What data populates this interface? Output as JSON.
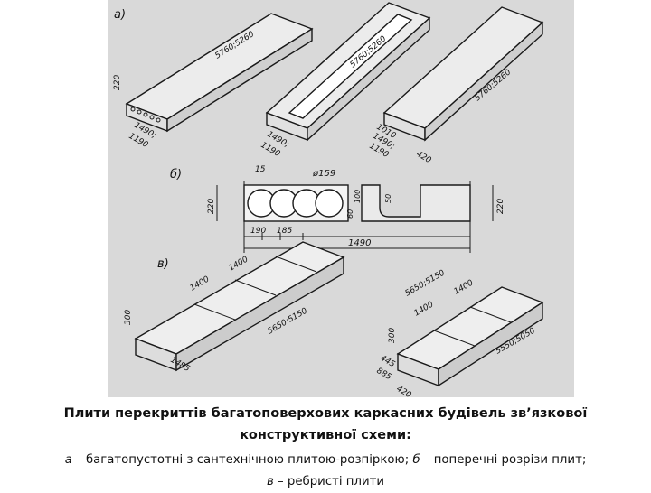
{
  "figure": {
    "part_labels": {
      "a": "а)",
      "b": "б)",
      "c": "в)"
    },
    "top": {
      "slab1": {
        "length": "5760;5260",
        "width": "1490;",
        "width2": "1190",
        "height": "220"
      },
      "slab2": {
        "length": "5760;5260",
        "width": "1490;",
        "width2": "1190"
      },
      "slab3": {
        "length": "5760;5260",
        "width": "1490;",
        "width2": "1190",
        "extra": "1010",
        "extra2": "420"
      }
    },
    "section": {
      "gap": "15",
      "diameter": "ø159",
      "height_left": "220",
      "height_right": "220",
      "d1": "190",
      "d2": "185",
      "total": "1490",
      "v1": "60",
      "v2": "100",
      "v3": "50"
    },
    "bottom": {
      "slab1": {
        "length": "5650;5150",
        "w1": "1400",
        "w2": "1400",
        "height": "300",
        "width": "1485"
      },
      "slab2": {
        "length": "5650;5150",
        "length2": "5550;5050",
        "w1": "1400",
        "w2": "1400",
        "height": "300",
        "w3": "445",
        "w4": "885",
        "w5": "420"
      }
    }
  },
  "caption": {
    "title_line1": "Плити перекриттів багатоповерхових каркасних будівель зв’язкової",
    "title_line2": "конструктивної схеми:",
    "a_letter": "а",
    "a_text": " – багатопустотні з сантехнічною плитою-розпіркою; ",
    "b_letter": "б",
    "b_text": " – поперечні розрізи плит;",
    "c_letter": "в",
    "c_text": " – ребристі плити"
  }
}
